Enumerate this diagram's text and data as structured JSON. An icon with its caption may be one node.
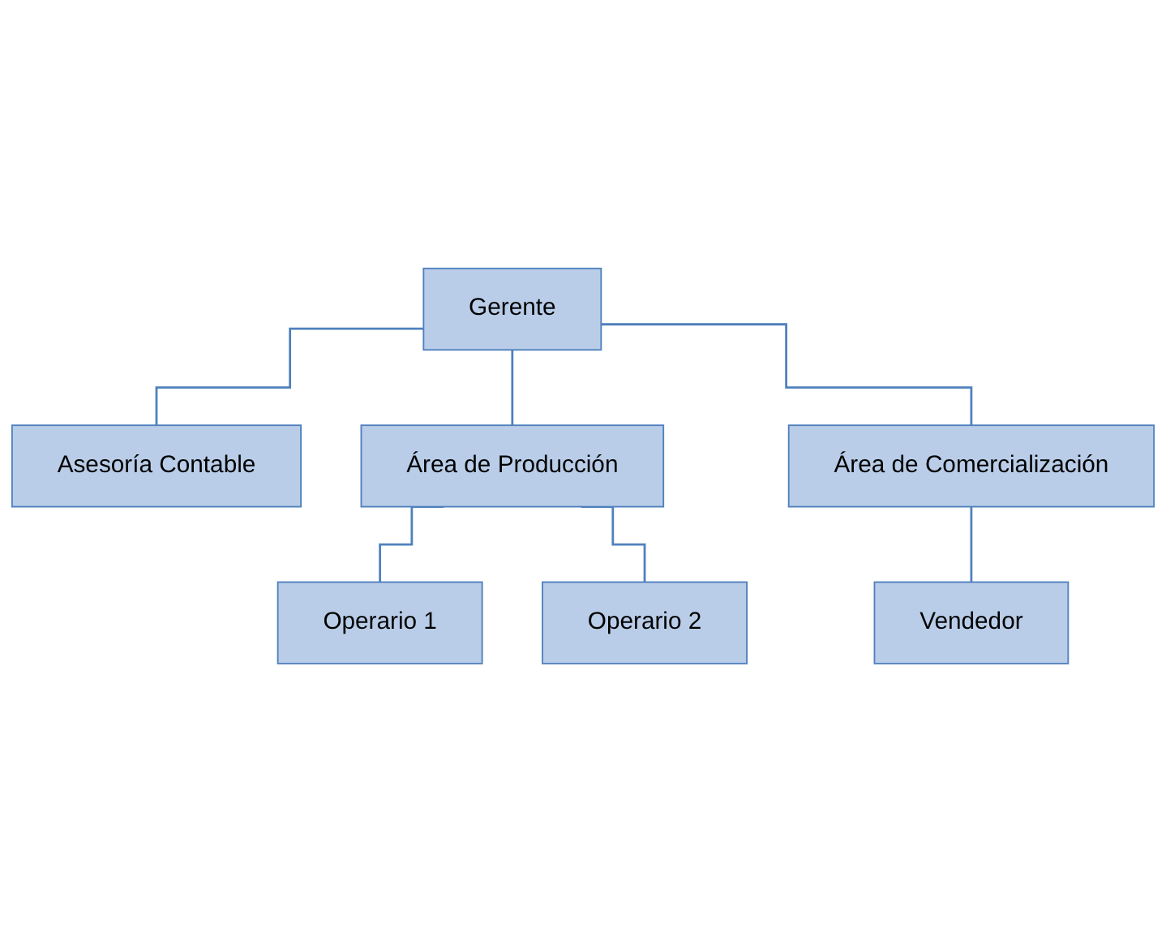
{
  "diagram": {
    "nodes": [
      {
        "text": [
          "Gerente"
        ]
      },
      {
        "text": [
          "Asesoría Contable"
        ]
      },
      {
        "text": [
          "Área de Producción"
        ]
      },
      {
        "text": [
          "Área de Comercialización"
        ]
      },
      {
        "text": [
          "Operario 1"
        ]
      },
      {
        "text": [
          "Operario 2"
        ]
      },
      {
        "text": [
          "Vendedor"
        ]
      }
    ],
    "edges": [
      {
        "from": 0,
        "to": 1,
        "arrow": "none"
      },
      {
        "from": 0,
        "to": 2,
        "arrow": "none"
      },
      {
        "from": 0,
        "to": 3,
        "arrow": "none"
      },
      {
        "from": 2,
        "to": 4,
        "arrow": "none"
      },
      {
        "from": 2,
        "to": 5,
        "arrow": "none"
      },
      {
        "from": 3,
        "to": 6,
        "arrow": "none"
      }
    ]
  }
}
